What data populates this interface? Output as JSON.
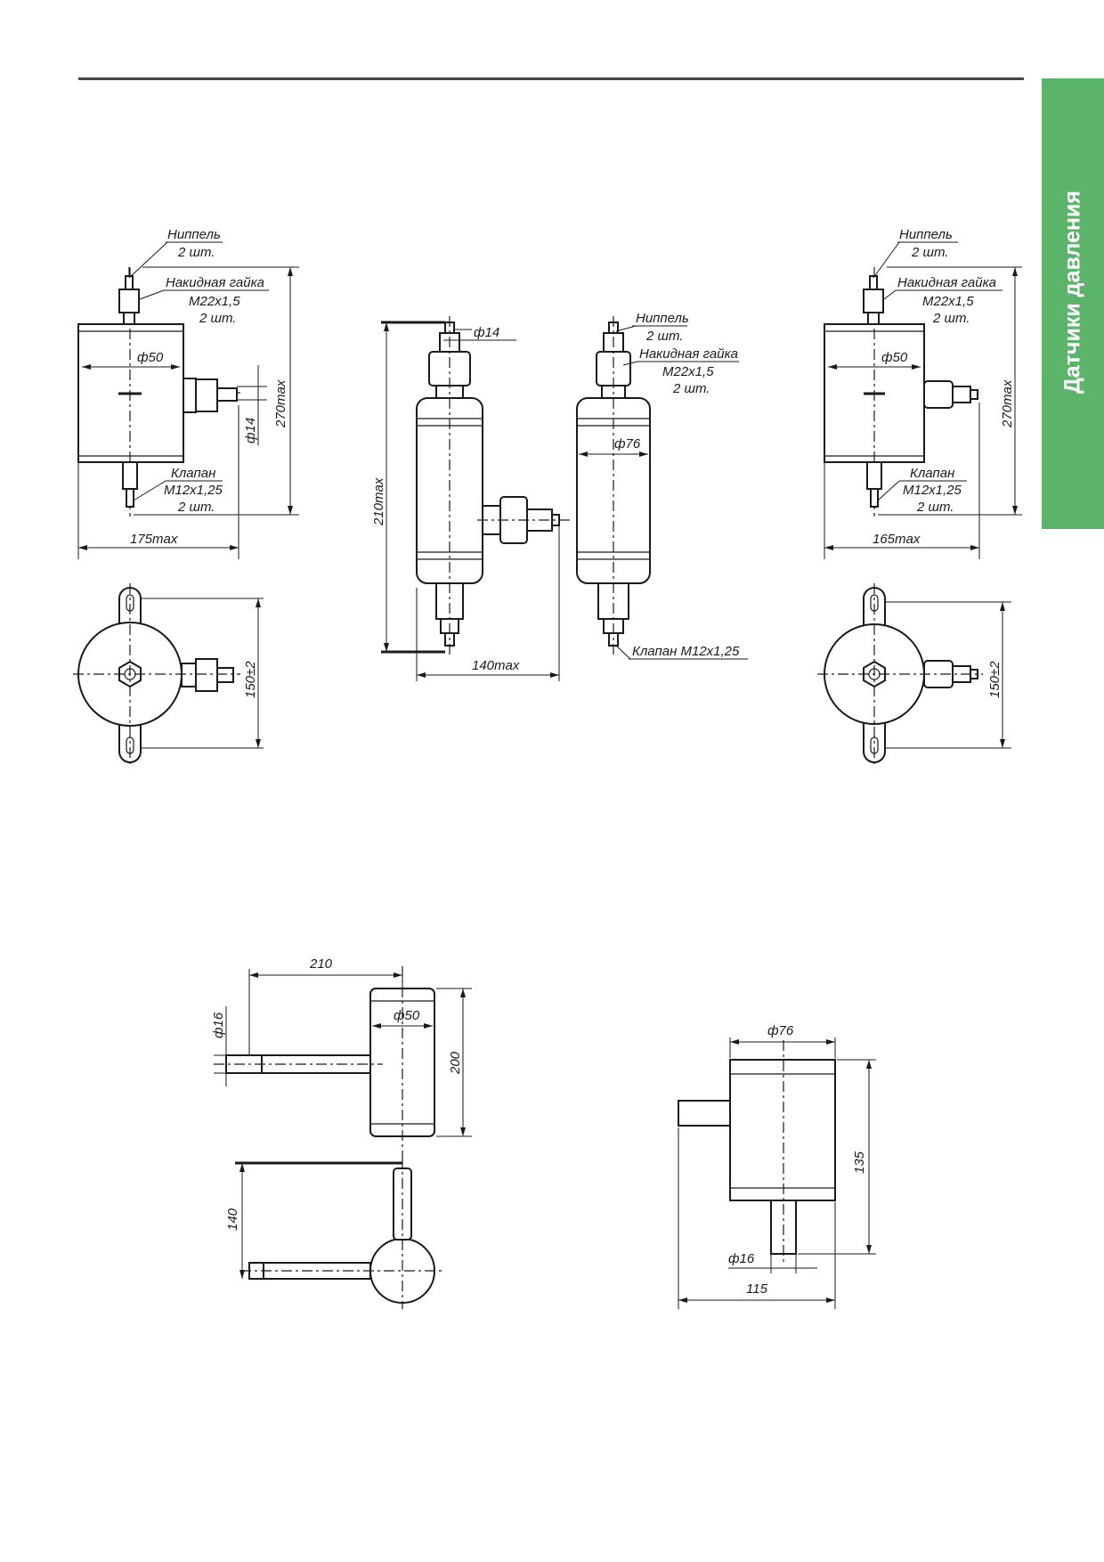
{
  "side_tab": {
    "label": "Датчики давления",
    "color": "#5cb46a"
  },
  "labels": {
    "nipple": "Ниппель",
    "qty2": "2 шт.",
    "nut": "Накидная гайка",
    "nut_thread": "M22x1,5",
    "valve": "Клапан",
    "valve_thread": "M12x1,25",
    "valve_full": "Клапан M12x1,25"
  },
  "dims": {
    "d50": "ф50",
    "d14": "ф14",
    "d76": "ф76",
    "d16": "ф16",
    "h270": "270max",
    "w175": "175max",
    "w165": "165max",
    "h210": "210max",
    "w140": "140max",
    "s150": "150±2",
    "l210": "210",
    "h200": "200",
    "l140": "140",
    "h135": "135",
    "w115": "115"
  }
}
